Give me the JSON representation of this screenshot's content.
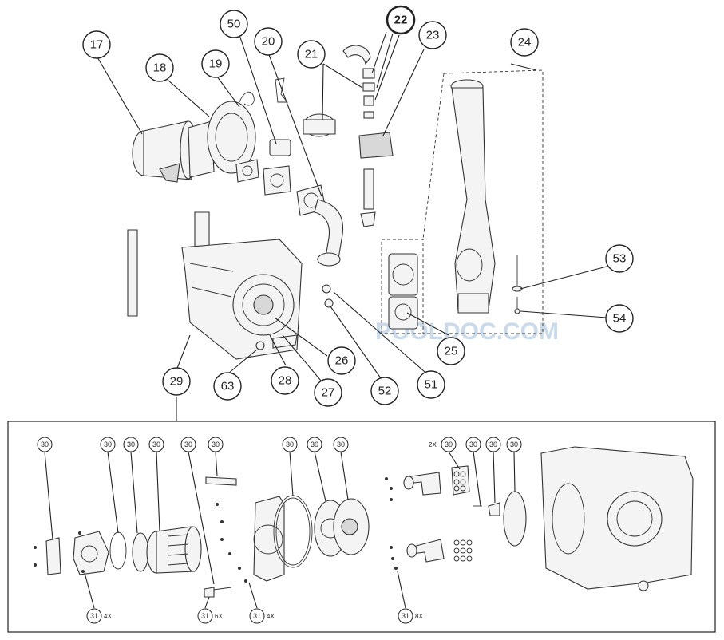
{
  "watermark": "POOLDOC.COM",
  "callouts": [
    {
      "id": "17",
      "label": "17"
    },
    {
      "id": "18",
      "label": "18"
    },
    {
      "id": "19",
      "label": "19"
    },
    {
      "id": "50",
      "label": "50"
    },
    {
      "id": "20",
      "label": "20"
    },
    {
      "id": "21",
      "label": "21"
    },
    {
      "id": "22",
      "label": "22"
    },
    {
      "id": "23",
      "label": "23"
    },
    {
      "id": "24",
      "label": "24"
    },
    {
      "id": "53",
      "label": "53"
    },
    {
      "id": "54",
      "label": "54"
    },
    {
      "id": "25",
      "label": "25"
    },
    {
      "id": "26",
      "label": "26"
    },
    {
      "id": "27",
      "label": "27"
    },
    {
      "id": "28",
      "label": "28"
    },
    {
      "id": "29",
      "label": "29"
    },
    {
      "id": "63",
      "label": "63"
    },
    {
      "id": "52",
      "label": "52"
    },
    {
      "id": "51",
      "label": "51"
    }
  ],
  "detail_callouts": [
    {
      "label": "30"
    },
    {
      "label": "30"
    },
    {
      "label": "30"
    },
    {
      "label": "30"
    },
    {
      "label": "30"
    },
    {
      "label": "30"
    },
    {
      "label": "30"
    },
    {
      "label": "30"
    },
    {
      "label": "30"
    },
    {
      "label": "30"
    },
    {
      "label": "30"
    },
    {
      "label": "30"
    }
  ],
  "qty_2x": "2X",
  "fastener_callouts": [
    {
      "label": "31",
      "qty": "4X"
    },
    {
      "label": "31",
      "qty": "6X"
    },
    {
      "label": "31",
      "qty": "4X"
    },
    {
      "label": "31",
      "qty": "8X"
    }
  ]
}
